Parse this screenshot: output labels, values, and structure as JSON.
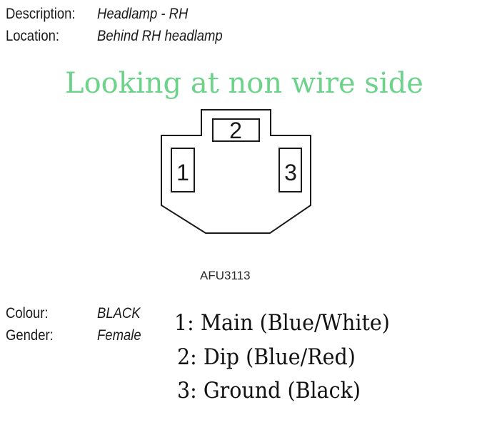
{
  "header": {
    "description_label": "Description:",
    "description_value": "Headlamp - RH",
    "location_label": "Location:",
    "location_value": "Behind RH headlamp"
  },
  "view_note": "Looking at non wire side",
  "view_note_color": "#6dd38b",
  "connector": {
    "pins": [
      {
        "number": "1"
      },
      {
        "number": "2"
      },
      {
        "number": "3"
      }
    ],
    "part_code": "AFU3113"
  },
  "details": {
    "colour_label": "Colour:",
    "colour_value": "BLACK",
    "gender_label": "Gender:",
    "gender_value": "Female"
  },
  "pin_descriptions": [
    "1: Main (Blue/White)",
    "2: Dip (Blue/Red)",
    "3: Ground (Black)"
  ]
}
